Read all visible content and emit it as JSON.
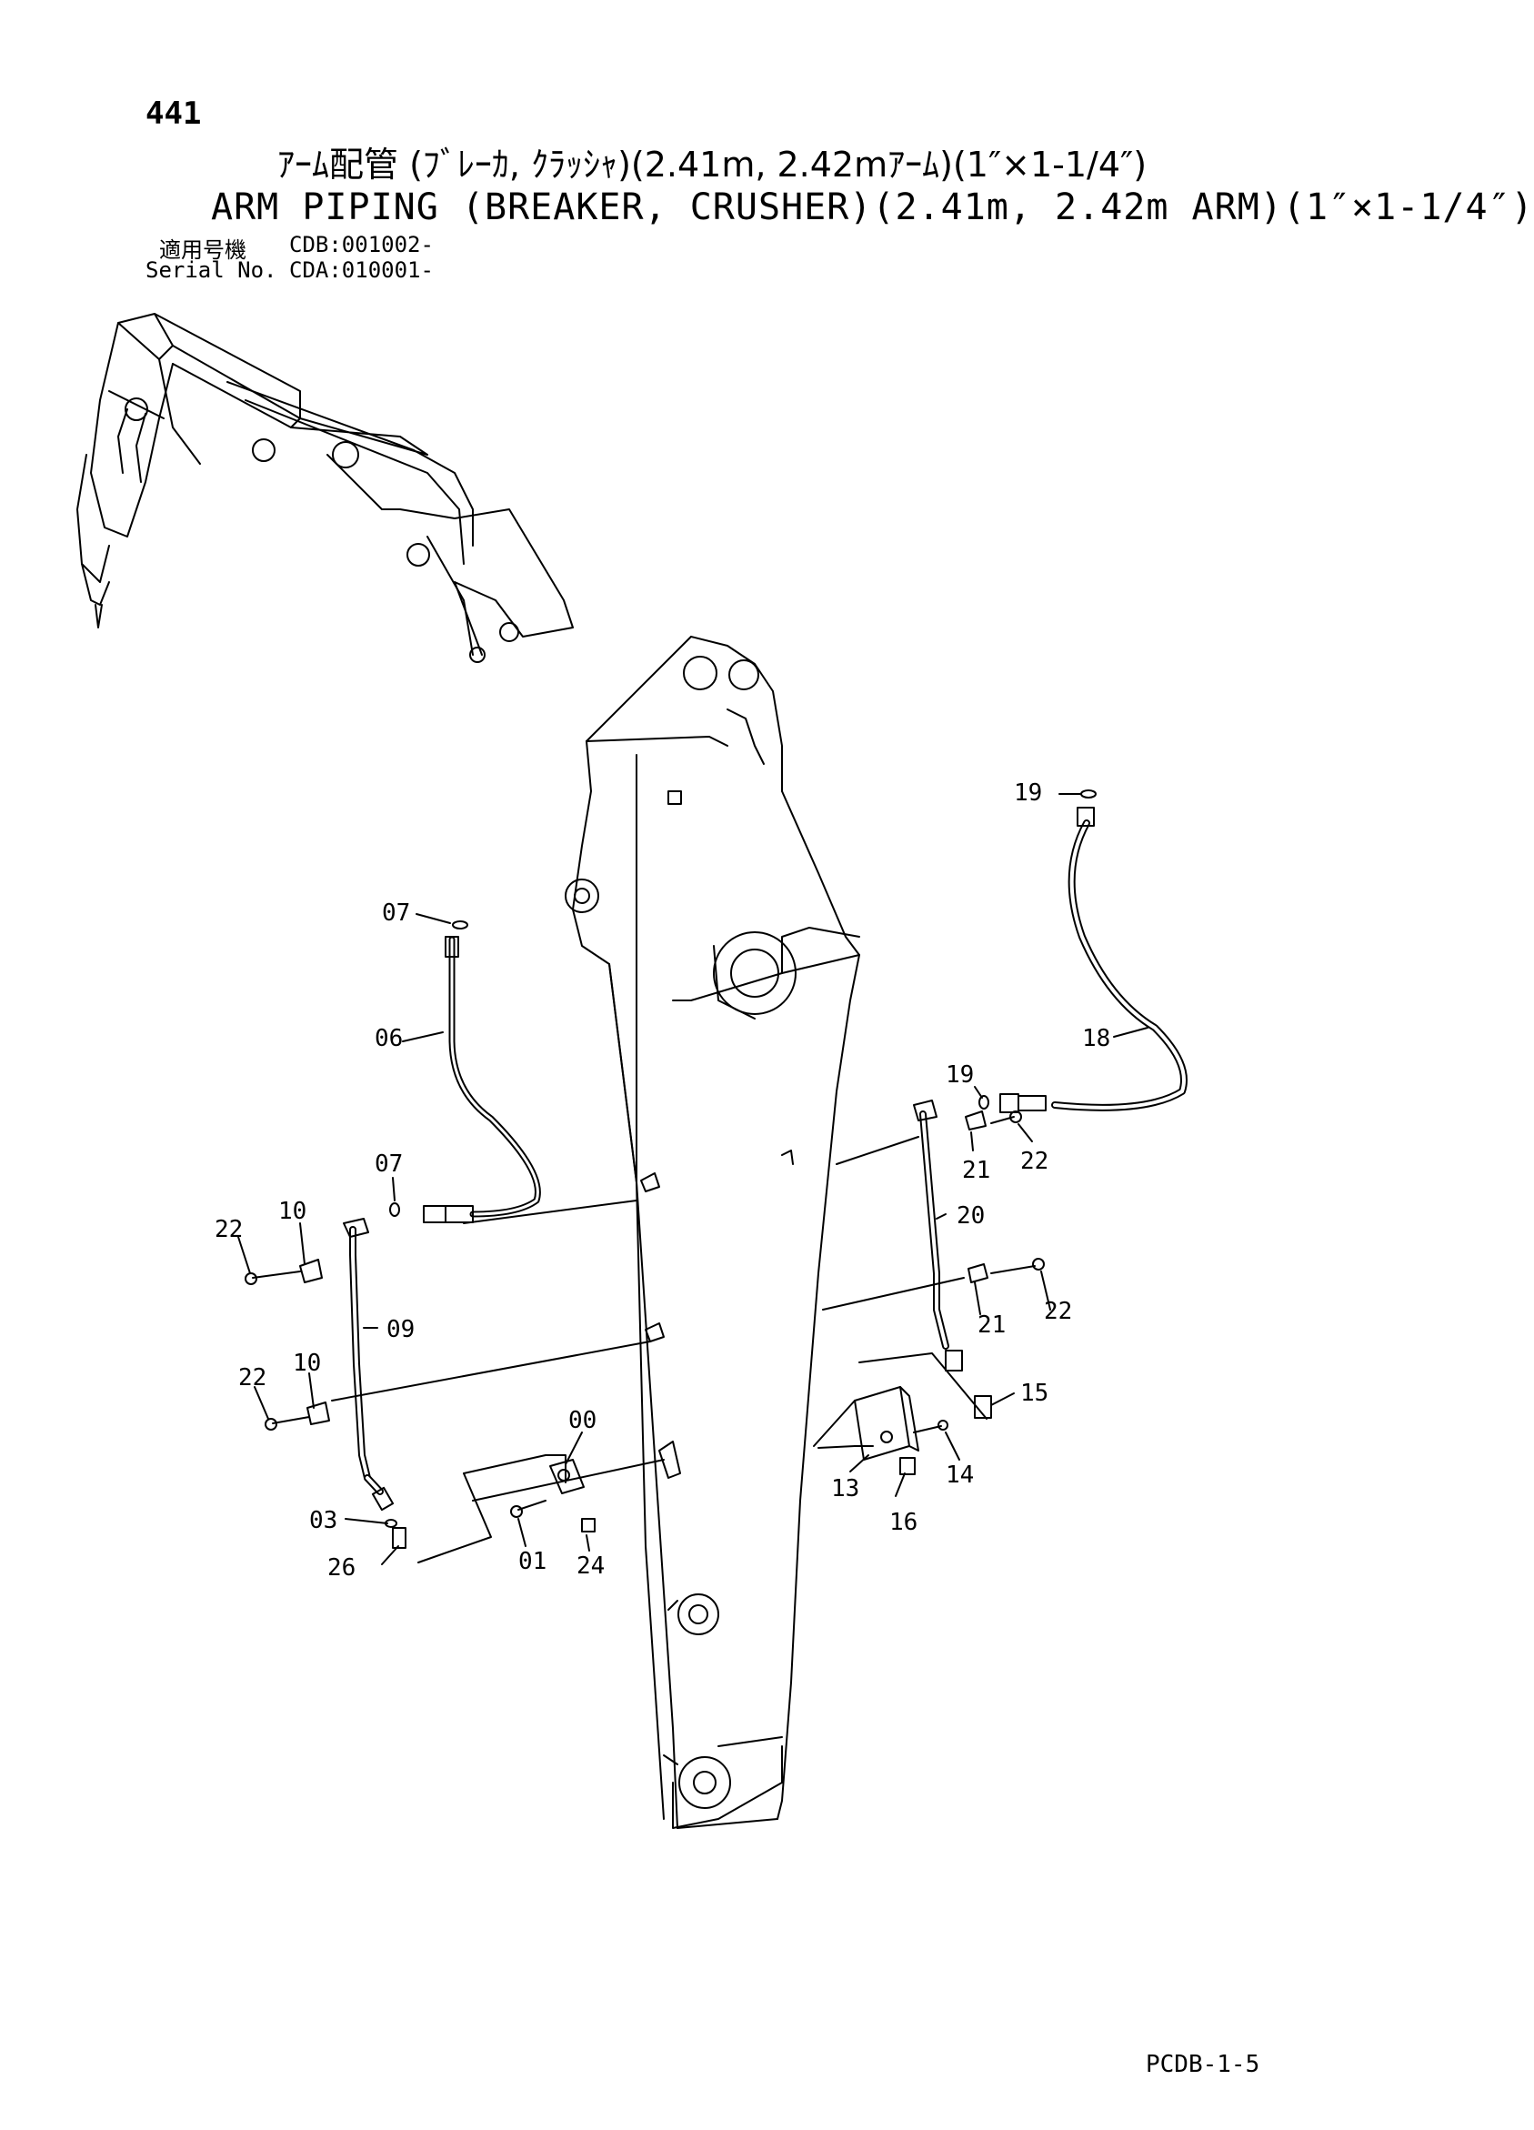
{
  "header": {
    "page_number": "441",
    "title_jp": "ｱｰﾑ配管 (ﾌﾞﾚｰｶ, ｸﾗｯｼｬ)(2.41m, 2.42mｱｰﾑ)(1″×1-1/4″)",
    "title_en": "ARM PIPING (BREAKER, CRUSHER)(2.41m, 2.42m ARM)(1″×1-1/4″)",
    "serial": {
      "jp_label": "適用号機",
      "jp_value": "CDB:001002-",
      "en_label": "Serial No.",
      "en_value": "CDA:010001-"
    }
  },
  "callouts": [
    {
      "id": "c07a",
      "text": "07"
    },
    {
      "id": "c06",
      "text": "06"
    },
    {
      "id": "c07b",
      "text": "07"
    },
    {
      "id": "c22a",
      "text": "22"
    },
    {
      "id": "c10a",
      "text": "10"
    },
    {
      "id": "c09",
      "text": "09"
    },
    {
      "id": "c22b",
      "text": "22"
    },
    {
      "id": "c10b",
      "text": "10"
    },
    {
      "id": "c00",
      "text": "00"
    },
    {
      "id": "c03",
      "text": "03"
    },
    {
      "id": "c26",
      "text": "26"
    },
    {
      "id": "c01",
      "text": "01"
    },
    {
      "id": "c24",
      "text": "24"
    },
    {
      "id": "c19a",
      "text": "19"
    },
    {
      "id": "c18",
      "text": "18"
    },
    {
      "id": "c19b",
      "text": "19"
    },
    {
      "id": "c21a",
      "text": "21"
    },
    {
      "id": "c22c",
      "text": "22"
    },
    {
      "id": "c20",
      "text": "20"
    },
    {
      "id": "c21b",
      "text": "21"
    },
    {
      "id": "c22d",
      "text": "22"
    },
    {
      "id": "c15",
      "text": "15"
    },
    {
      "id": "c13",
      "text": "13"
    },
    {
      "id": "c14",
      "text": "14"
    },
    {
      "id": "c16",
      "text": "16"
    }
  ],
  "footer": {
    "code": "PCDB-1-5"
  }
}
